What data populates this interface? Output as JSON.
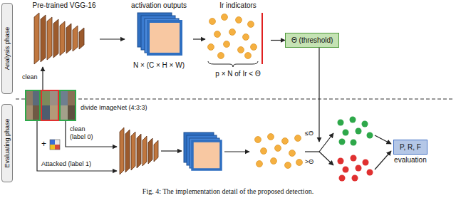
{
  "diagram": {
    "caption": "Fig. 4: The implementation detail of the proposed detection.",
    "nodes": [
      {
        "text": [
          "Analysis phase"
        ]
      },
      {
        "text": [
          "Evaluating phase"
        ]
      },
      {
        "text": [
          "Pre-trained VGG-16"
        ]
      },
      {
        "text": [
          "activation outputs",
          "N × (C × H × W)"
        ]
      },
      {
        "text": [
          "Ir indicators",
          "p × N of Ir < Θ"
        ]
      },
      {
        "text": [
          "Θ (threshold)"
        ]
      },
      {
        "text": [
          "divide ImageNet (4:3:3)"
        ]
      },
      {
        "text": [
          "P, R, F",
          "evaluation"
        ]
      }
    ],
    "edges": [
      {
        "from": 6,
        "to": 2,
        "arrow": "to",
        "label": "clean"
      },
      {
        "from": 2,
        "to": 3,
        "arrow": "to"
      },
      {
        "from": 3,
        "to": 4,
        "arrow": "to"
      },
      {
        "from": 4,
        "to": 5,
        "arrow": "to"
      }
    ],
    "labels": [
      "clean (label 0)",
      "+",
      "Attacked (label 1)",
      "≤Θ",
      ">Θ"
    ]
  }
}
